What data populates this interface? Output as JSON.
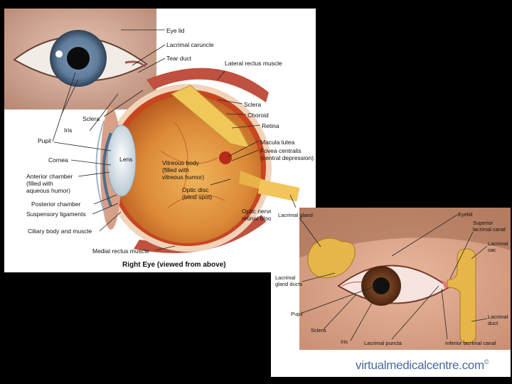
{
  "panel1": {
    "labels": {
      "eye_lid": "Eye lid",
      "lacrimal_caruncle": "Lacrimal caruncle",
      "tear_duct": "Tear duct",
      "lateral_rectus": "Lateral rectus muscle",
      "sclera_right": "Sclera",
      "choroid": "Choroid",
      "retina": "Retina",
      "macula_lutea": "Macula lutea",
      "fovea_centralis": "Fovea centralis\n(central depression)",
      "optic_nerve": "Optic nerve\nretinal blood vessels",
      "sclera_left": "Sclera",
      "iris": "Iris",
      "pupil": "Pupil",
      "cornea": "Cornea",
      "anterior_chamber": "Anterior chamber\n(filled with\naqueous humor)",
      "posterior_chamber": "Posterior chamber",
      "suspensory_ligaments": "Suspensory ligaments",
      "ciliary_body": "Ciliary body and muscle",
      "medial_rectus": "Medial rectus muscle",
      "lens": "Lens",
      "vitreous_body": "Vitreous body\n(filled with\nvitreous humor)",
      "optic_disc": "Optic disc\n(blind spot)"
    },
    "caption": "Right Eye (viewed from above)"
  },
  "panel2": {
    "labels": {
      "lacrimal_gland": "Lacrimal gland",
      "eyelid": "Eyelid",
      "superior_canal": "Superior\nlacrimal canal",
      "lacrimal_sac": "Lacrimal\nsac",
      "lacrimal_gland_ducts": "Lacrimal\ngland ducts",
      "lacrimal_duct": "Lacrimal\nduct",
      "pupil": "Pupil",
      "sclera": "Sclera",
      "iris": "Iris",
      "lacrimal_puncta": "Lacrimal puncta",
      "inferior_canal": "Inferior lacrimal canal"
    },
    "watermark": "virtualmedicalcentre.com",
    "watermark_symbol": "©"
  }
}
